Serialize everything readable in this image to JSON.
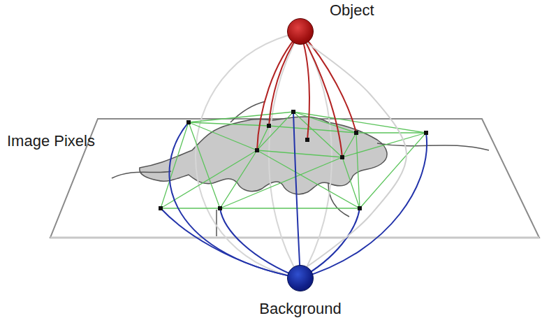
{
  "diagram": {
    "nodes": [
      {
        "text": [
          "Object"
        ]
      },
      {
        "text": [
          "Background"
        ]
      }
    ],
    "edges": [
      {
        "from": 0,
        "to": 1,
        "arrow": "none"
      }
    ],
    "labels": [
      "Image Pixels"
    ]
  }
}
